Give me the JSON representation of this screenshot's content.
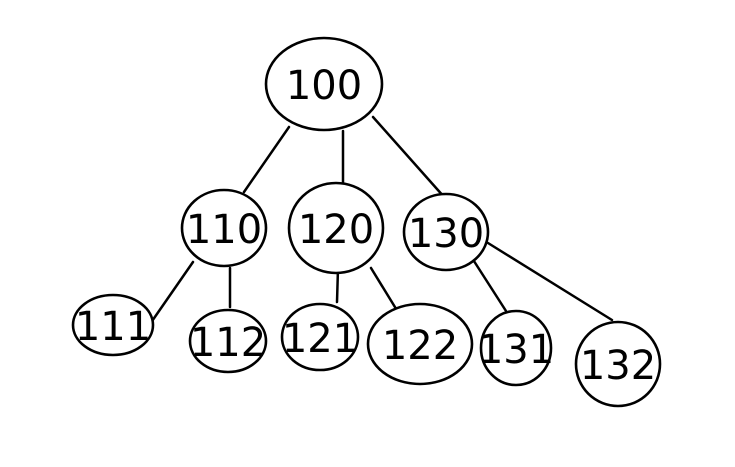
{
  "diagram": {
    "type": "tree",
    "nodes": [
      {
        "id": "n100",
        "label": "100"
      },
      {
        "id": "n110",
        "label": "110"
      },
      {
        "id": "n120",
        "label": "120"
      },
      {
        "id": "n130",
        "label": "130"
      },
      {
        "id": "n111",
        "label": "111"
      },
      {
        "id": "n112",
        "label": "112"
      },
      {
        "id": "n121",
        "label": "121"
      },
      {
        "id": "n122",
        "label": "122"
      },
      {
        "id": "n131",
        "label": "131"
      },
      {
        "id": "n132",
        "label": "132"
      }
    ],
    "edges": [
      {
        "from": "n100",
        "to": "n110"
      },
      {
        "from": "n100",
        "to": "n120"
      },
      {
        "from": "n100",
        "to": "n130"
      },
      {
        "from": "n110",
        "to": "n111"
      },
      {
        "from": "n110",
        "to": "n112"
      },
      {
        "from": "n120",
        "to": "n121"
      },
      {
        "from": "n120",
        "to": "n122"
      },
      {
        "from": "n130",
        "to": "n131"
      },
      {
        "from": "n130",
        "to": "n132"
      }
    ],
    "colors": {
      "stroke": "#000000",
      "background": "#ffffff"
    }
  }
}
